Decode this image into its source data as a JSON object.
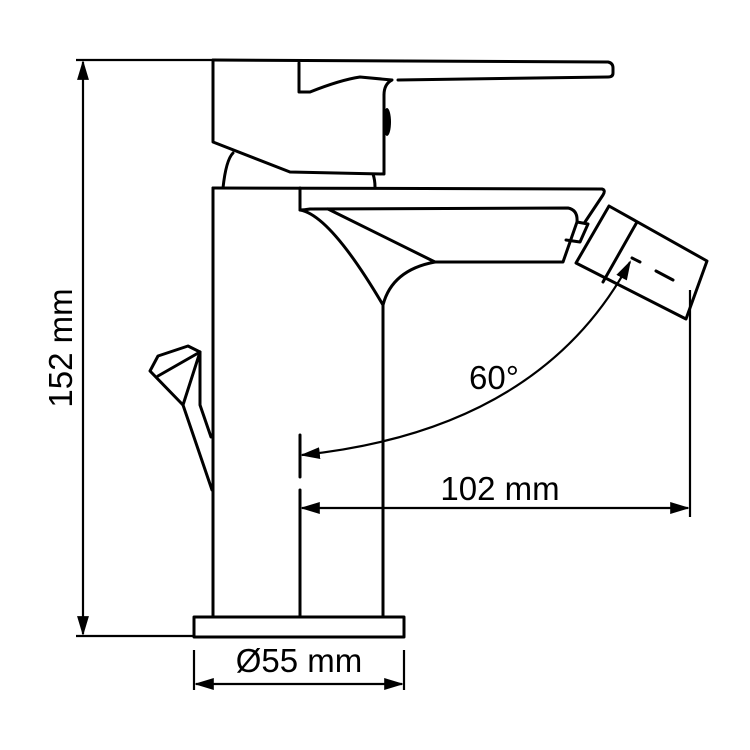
{
  "drawing": {
    "subject": "bidet faucet side view technical drawing",
    "line_color": "#000000",
    "background": "#ffffff"
  },
  "dimensions": {
    "height": {
      "label": "152 mm",
      "value": 152,
      "unit": "mm"
    },
    "reach": {
      "label": "102 mm",
      "value": 102,
      "unit": "mm"
    },
    "base_diameter": {
      "label": "Ø55 mm",
      "value": 55,
      "unit": "mm"
    },
    "swivel_angle": {
      "label": "60°",
      "value": 60,
      "unit": "deg"
    }
  }
}
